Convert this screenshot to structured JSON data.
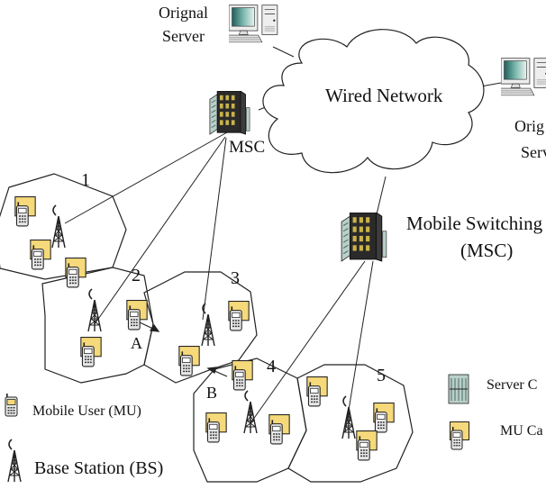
{
  "servers": {
    "left_label_line1": "Orignal",
    "left_label_line2": "Server",
    "right_label_line1": "Orig",
    "right_label_line2": "Serv"
  },
  "network": {
    "cloud_label": "Wired Network"
  },
  "msc": {
    "top_label": "MSC",
    "right_label_line1": "Mobile Switching",
    "right_label_line2": "(MSC)"
  },
  "cells": {
    "labels": [
      "1",
      "2",
      "3",
      "4",
      "5"
    ]
  },
  "handoffs": {
    "a": "A",
    "b": "B"
  },
  "legend": {
    "mobile_user": "Mobile User (MU)",
    "base_station": "Base Station (BS)",
    "server_cache": "Server C",
    "mu_cache": "MU Ca"
  },
  "colors": {
    "line": "#222222",
    "screen": "#3a7d7a",
    "rack": "#2a2a2a",
    "rack_light": "#b9cfc9",
    "phone_screen": "#f5d97a"
  }
}
